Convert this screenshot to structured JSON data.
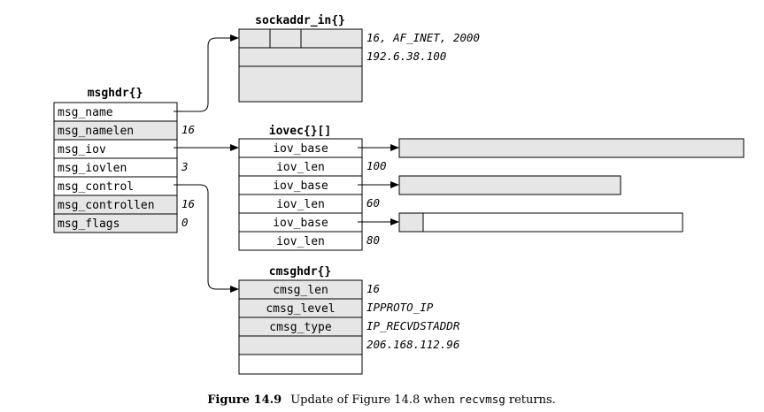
{
  "colors": {
    "shaded": "#e6e6e6",
    "stroke": "#000000",
    "background": "#ffffff"
  },
  "msghdr": {
    "title": "msghdr{}",
    "fields": [
      {
        "label": "msg_name",
        "value": "",
        "shaded": false
      },
      {
        "label": "msg_namelen",
        "value": "16",
        "shaded": true
      },
      {
        "label": "msg_iov",
        "value": "",
        "shaded": false
      },
      {
        "label": "msg_iovlen",
        "value": "3",
        "shaded": false
      },
      {
        "label": "msg_control",
        "value": "",
        "shaded": false
      },
      {
        "label": "msg_controllen",
        "value": "16",
        "shaded": true
      },
      {
        "label": "msg_flags",
        "value": "0",
        "shaded": true
      }
    ]
  },
  "sockaddr_in": {
    "title": "sockaddr_in{}",
    "values": [
      "16, AF_INET, 2000",
      "192.6.38.100"
    ]
  },
  "iovec": {
    "title": "iovec{}[]",
    "fields": [
      {
        "label": "iov_base",
        "value": "",
        "shaded": false
      },
      {
        "label": "iov_len",
        "value": "100",
        "shaded": false
      },
      {
        "label": "iov_base",
        "value": "",
        "shaded": false
      },
      {
        "label": "iov_len",
        "value": "60",
        "shaded": false
      },
      {
        "label": "iov_base",
        "value": "",
        "shaded": false
      },
      {
        "label": "iov_len",
        "value": "80",
        "shaded": false
      }
    ]
  },
  "cmsghdr": {
    "title": "cmsghdr{}",
    "fields": [
      {
        "label": "cmsg_len",
        "value": "16",
        "shaded": true
      },
      {
        "label": "cmsg_level",
        "value": "IPPROTO_IP",
        "shaded": true
      },
      {
        "label": "cmsg_type",
        "value": "IP_RECVDSTADDR",
        "shaded": true
      },
      {
        "label": "",
        "value": "206.168.112.96",
        "shaded": true
      },
      {
        "label": "",
        "value": "",
        "shaded": false
      }
    ]
  },
  "caption": {
    "number": "Figure 14.9",
    "text_before": "Update of Figure 14.8 when ",
    "code": "recvmsg",
    "text_after": " returns."
  }
}
